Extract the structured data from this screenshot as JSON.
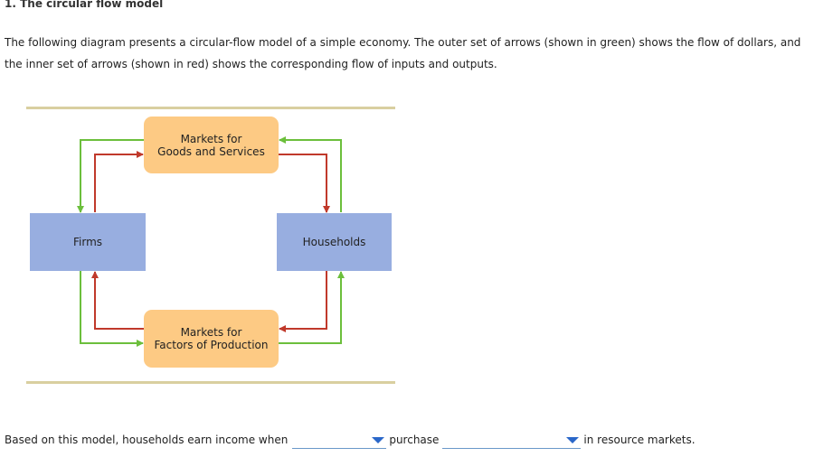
{
  "question": {
    "title": "1. The circular flow model",
    "intro": "The following diagram presents a circular-flow model of a simple economy. The outer set of arrows (shown in green) shows the flow of dollars, and the inner set of arrows (shown in red) shows the corresponding flow of inputs and outputs."
  },
  "diagram": {
    "goods_market": {
      "line1": "Markets for",
      "line2": "Goods and Services"
    },
    "factors_market": {
      "line1": "Markets for",
      "line2": "Factors of Production"
    },
    "firms": "Firms",
    "households": "Households"
  },
  "sentence": {
    "part1": "Based on this model, households earn income when",
    "part2": "purchase",
    "part3": "in resource markets.",
    "dropdown1_value": "",
    "dropdown2_value": ""
  },
  "colors": {
    "money_flow": "#6cbf3c",
    "goods_flow": "#c0392b",
    "market_box": "#fdca84",
    "agent_box": "#98aee0",
    "rule": "#d9cfa0",
    "dropdown_arrow": "#2a67c9"
  }
}
